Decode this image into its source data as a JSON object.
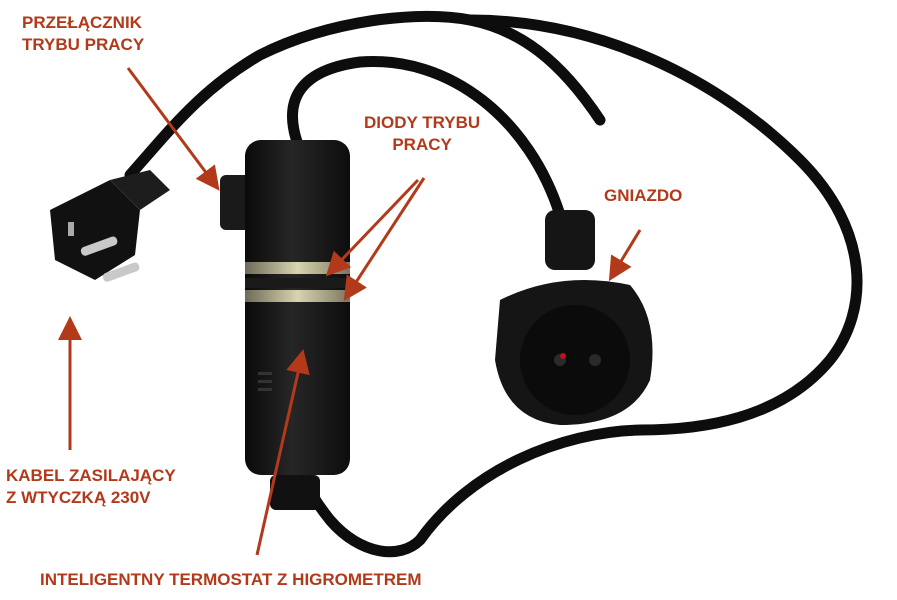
{
  "labels": {
    "switch": "PRZEŁĄCZNIK\nTRYBU PRACY",
    "leds": "DIODY TRYBU\nPRACY",
    "socket": "GNIAZDO",
    "cable": "KABEL ZASILAJĄCY\nZ WTYCZKĄ 230V",
    "thermostat": "INTELIGENTNY TERMOSTAT Z HIGROMETREM"
  },
  "colors": {
    "annotation": "#b23a1a",
    "device": "#151515",
    "cable": "#0d0d0d",
    "background": "#ffffff"
  }
}
